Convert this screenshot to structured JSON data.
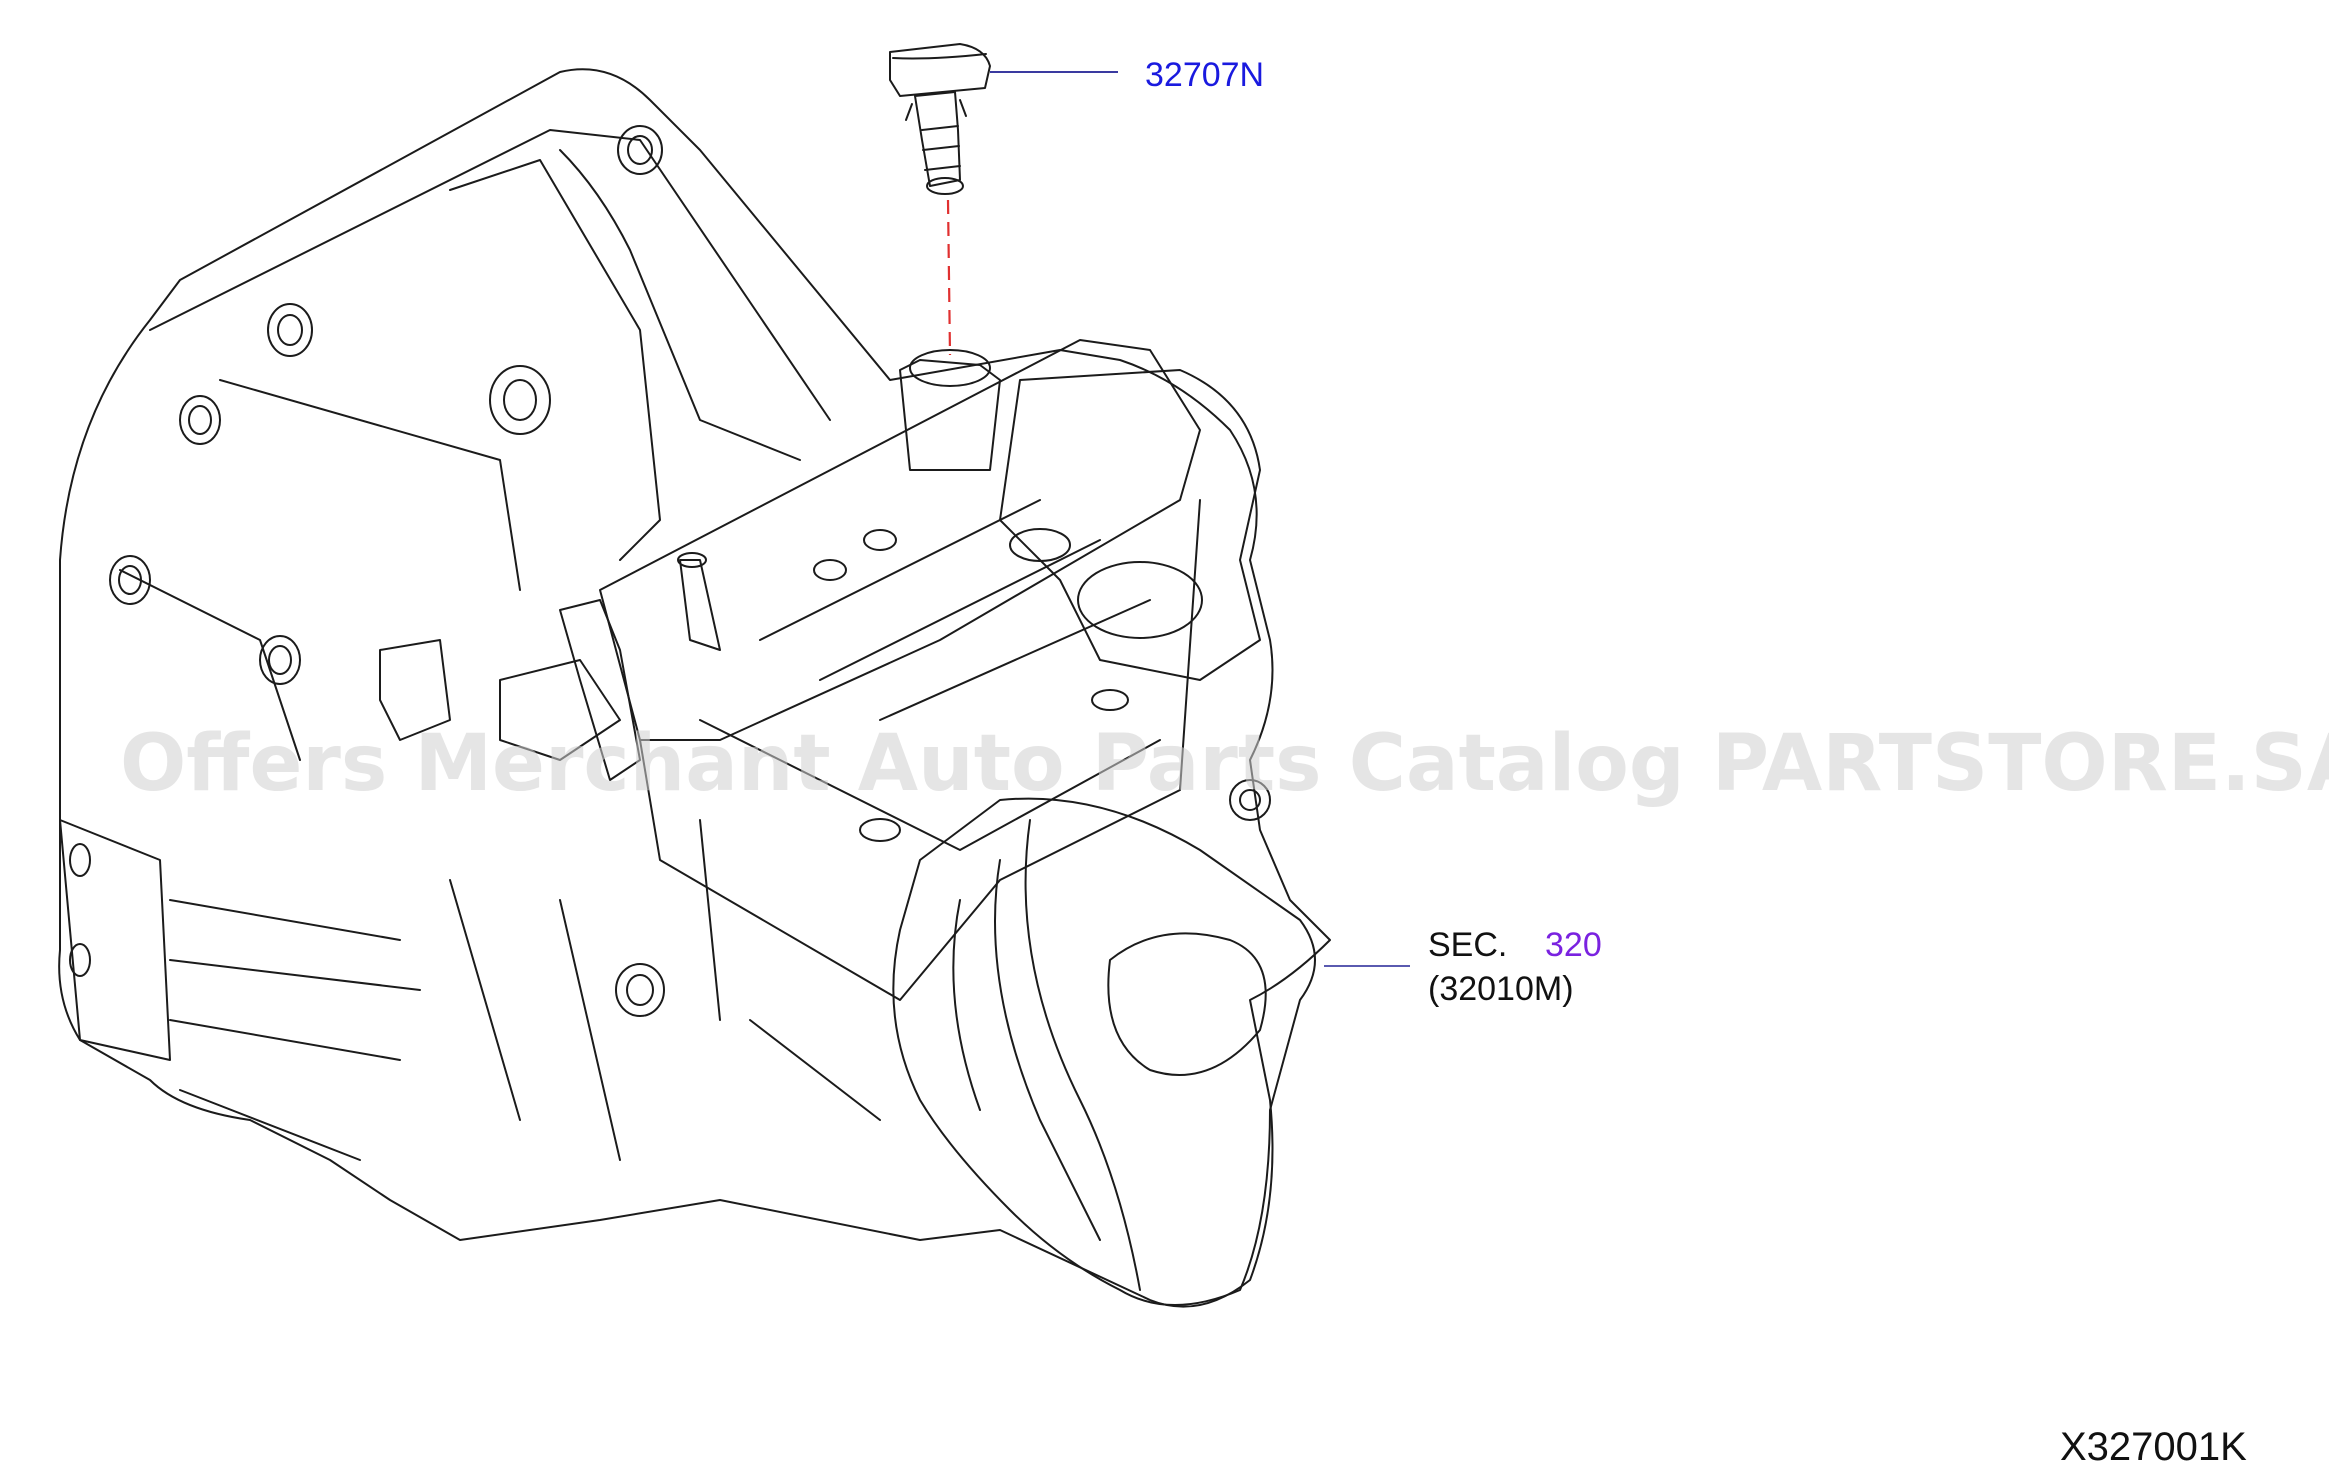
{
  "callouts": {
    "part_1": "32707N",
    "sec_prefix": "SEC.",
    "sec_number": "320",
    "sec_sub": "(32010M)"
  },
  "watermark": "Offers Merchant Auto Parts Catalog PARTSTORE.SA",
  "reference_code": "X327001K",
  "colors": {
    "part_link": "#1a1adf",
    "section_link": "#7a22e0",
    "leader_part": "#3a3aa0",
    "leader_section": "#5a5ab0",
    "dashed_leader": "#e03030",
    "drawing_line": "#1b1b1b"
  }
}
